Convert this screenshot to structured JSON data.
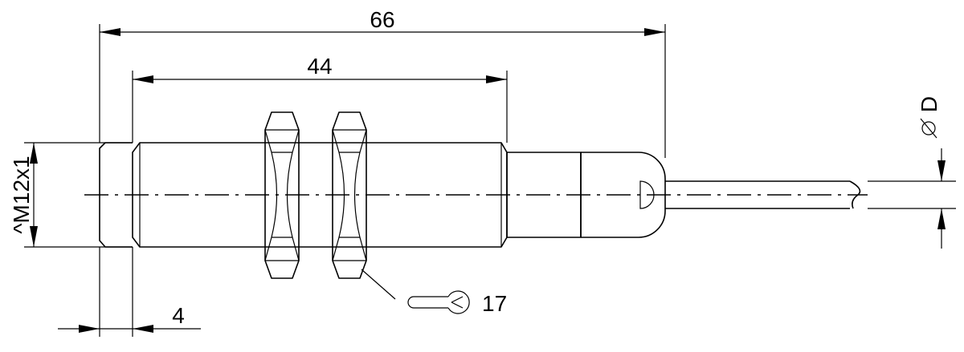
{
  "dimensions": {
    "overall_length": "66",
    "thread_length": "44",
    "front_offset": "4",
    "thread_spec": "^M12x1",
    "cable_diameter": "D"
  },
  "wrench": {
    "size": "17"
  }
}
